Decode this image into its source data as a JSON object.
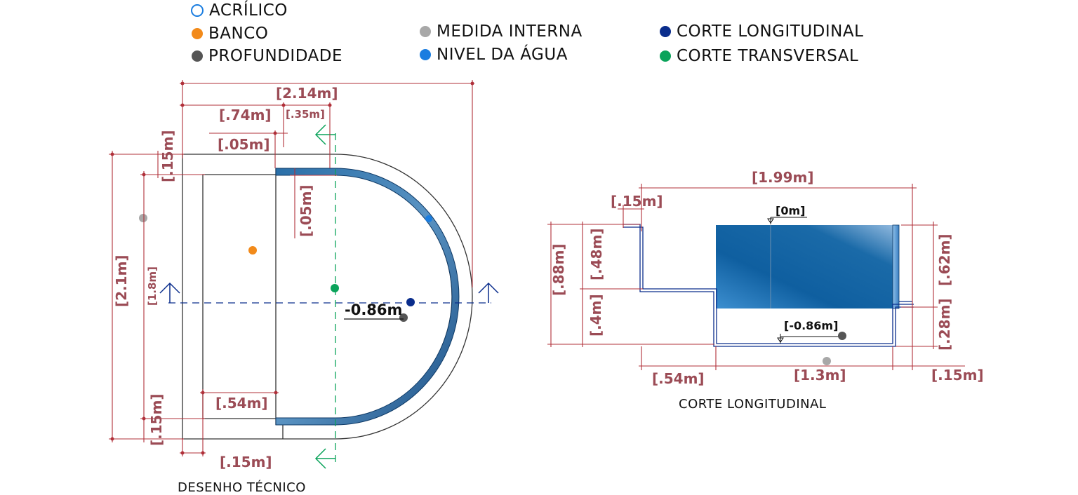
{
  "legend": {
    "acrilico": {
      "label": "ACRÍLICO",
      "color": "#1a7de0"
    },
    "banco": {
      "label": "BANCO",
      "color": "#f28a1a"
    },
    "profundidade": {
      "label": "PROFUNDIDADE",
      "color": "#555555"
    },
    "medida_interna": {
      "label": "MEDIDA INTERNA",
      "color": "#a8a8a8"
    },
    "nivel_agua": {
      "label": "NIVEL DA ÁGUA",
      "color": "#1a7de0"
    },
    "corte_longitudinal": {
      "label": "CORTE LONGITUDINAL",
      "color": "#0a2d8c"
    },
    "corte_transversal": {
      "label": "CORTE TRANSVERSAL",
      "color": "#0aa35a"
    }
  },
  "plan": {
    "caption": "DESENHO TÉCNICO",
    "dims": {
      "total_width": "[2.14m]",
      "bench_width": "[.74m]",
      "right_offset": "[.35m]",
      "wall_gap": "[.05m]",
      "top_border": "[.15m]",
      "acrylic_thickness": "[.05m]",
      "total_height": "[2.1m]",
      "inner_height": "[1.8m]",
      "depth_label": "-0.86m",
      "bench_depth": "[.54m]",
      "bottom_border": "[.15m]",
      "left_border": "[.15m]"
    }
  },
  "section": {
    "caption": "CORTE LONGITUDINAL",
    "dims": {
      "width": "[1.99m]",
      "edge_left": "[.15m]",
      "level_zero": "[0m]",
      "total_depth": "[.88m]",
      "bench_height": "[.48m]",
      "lower_depth": "[.4m]",
      "right_upper": "[.62m]",
      "right_lower": "[.28m]",
      "floor_level": "[-0.86m]",
      "bench_length": "[.54m]",
      "floor_length": "[1.3m]",
      "edge_right": "[.15m]"
    }
  }
}
